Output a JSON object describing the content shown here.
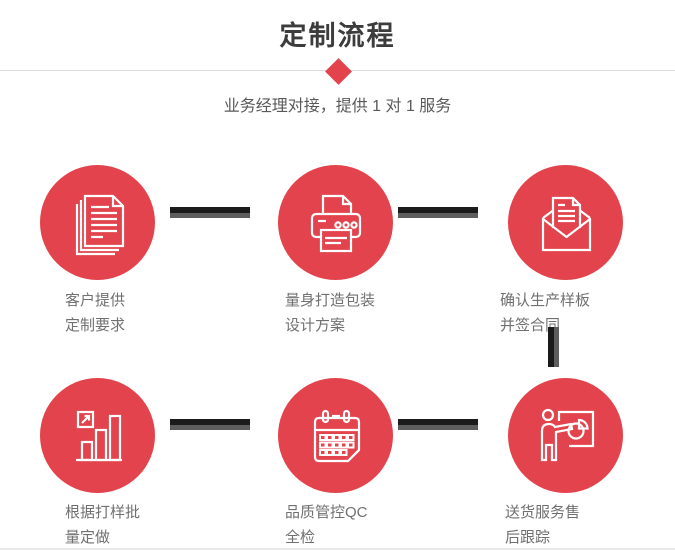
{
  "colors": {
    "accent_red": "#E3434C",
    "connector_dark": "#1b1b1b",
    "connector_gray": "#5e5e5e",
    "title_text": "#3c3c3c",
    "subtitle_text": "#595959",
    "label_text": "#707070",
    "divider": "#dcdcdc"
  },
  "header": {
    "title": "定制流程",
    "subtitle": "业务经理对接，提供 1 对 1 服务",
    "marker_icon": "diamond-icon"
  },
  "steps": [
    {
      "icon": "documents-icon",
      "line1": "客户提供",
      "line2": "定制要求"
    },
    {
      "icon": "printer-icon",
      "line1": "量身打造包装",
      "line2": "设计方案"
    },
    {
      "icon": "envelope-icon",
      "line1": "确认生产样板",
      "line2": "并签合同"
    },
    {
      "icon": "bar-chart-icon",
      "line1": "根据打样批",
      "line2": "量定做"
    },
    {
      "icon": "calendar-icon",
      "line1": "品质管控QC",
      "line2": "全检"
    },
    {
      "icon": "presenter-icon",
      "line1": "送货服务售",
      "line2": "后跟踪"
    }
  ]
}
